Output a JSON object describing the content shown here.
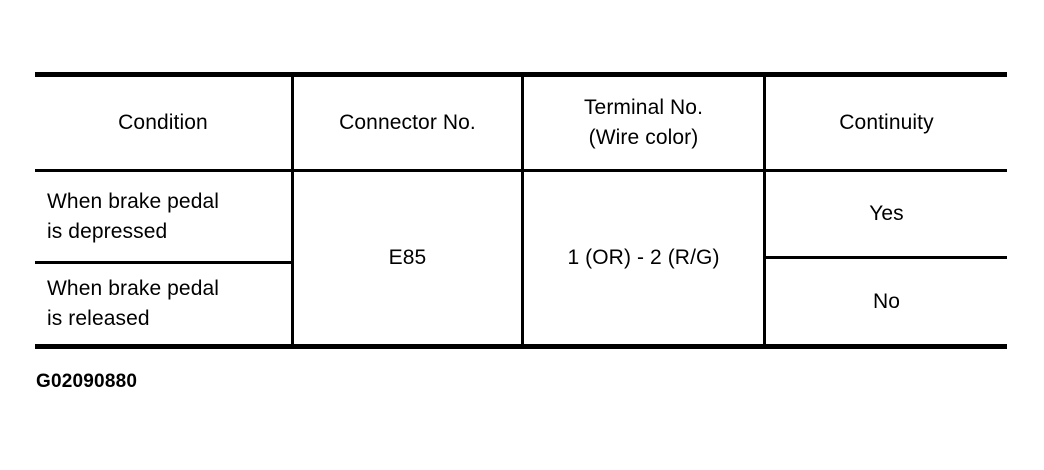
{
  "table": {
    "headers": [
      {
        "label": "Condition"
      },
      {
        "label": "Connector No."
      },
      {
        "label_line1": "Terminal No.",
        "label_line2": "(Wire color)"
      },
      {
        "label": "Continuity"
      }
    ],
    "rows": [
      {
        "condition_line1": "When brake pedal",
        "condition_line2": "is depressed",
        "continuity": "Yes"
      },
      {
        "condition_line1": "When brake pedal",
        "condition_line2": "is released",
        "continuity": "No"
      }
    ],
    "merged": {
      "connector_no": "E85",
      "terminal_no": "1 (OR) - 2 (R/G)"
    }
  },
  "caption": {
    "figure_id": "G02090880"
  },
  "colors": {
    "rule": "#000000",
    "text": "#000000",
    "background": "#ffffff"
  }
}
